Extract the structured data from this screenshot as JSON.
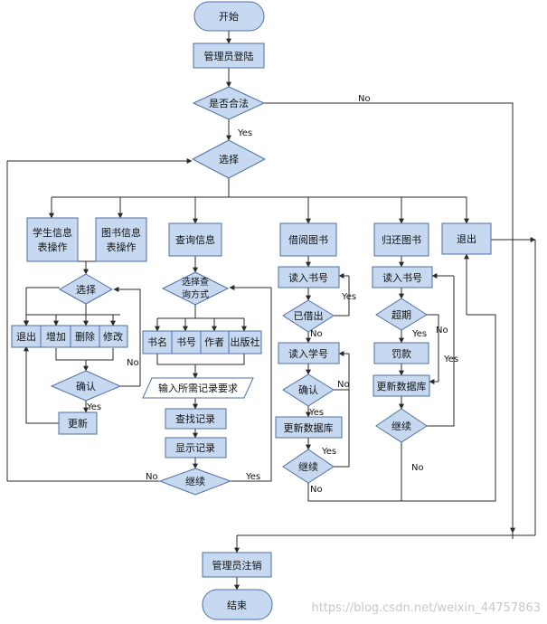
{
  "nodes": {
    "start": "开始",
    "login": "管理员登陆",
    "legal": "是否合法",
    "select": "选择",
    "student_ops_1": "学生信息",
    "student_ops_2": "表操作",
    "book_ops_1": "图书信息",
    "book_ops_2": "表操作",
    "query": "查询信息",
    "borrow": "借阅图书",
    "return_book": "归还图书",
    "exit_main": "退出",
    "sub_select": "选择",
    "exit_sub": "退出",
    "add": "增加",
    "delete": "删除",
    "modify": "修改",
    "confirm_edit": "确认",
    "update": "更新",
    "query_mode_1": "选择查",
    "query_mode_2": "询方式",
    "by_title": "书名",
    "by_number": "书号",
    "by_author": "作者",
    "by_publisher": "出版社",
    "input_req": "输入所需记录要求",
    "find_record": "查找记录",
    "show_record": "显示记录",
    "continue_query": "继续",
    "borrow_read_no": "读入书号",
    "already_borrowed": "已借出",
    "read_student_no": "读入学号",
    "borrow_confirm": "确认",
    "borrow_update_db": "更新数据库",
    "borrow_continue": "继续",
    "return_read_no": "读入书号",
    "overdue": "超期",
    "fine": "罚款",
    "return_update_db": "更新数据库",
    "return_continue": "继续",
    "logout": "管理员注销",
    "end": "结束"
  },
  "edge_labels": {
    "no": "No",
    "yes": "Yes"
  },
  "watermark": "https://blog.csdn.net/weixin_44757863",
  "colors": {
    "node_fill": "#c6d9f1",
    "node_stroke": "#4f6fa1",
    "line": "#2a2a2a"
  }
}
